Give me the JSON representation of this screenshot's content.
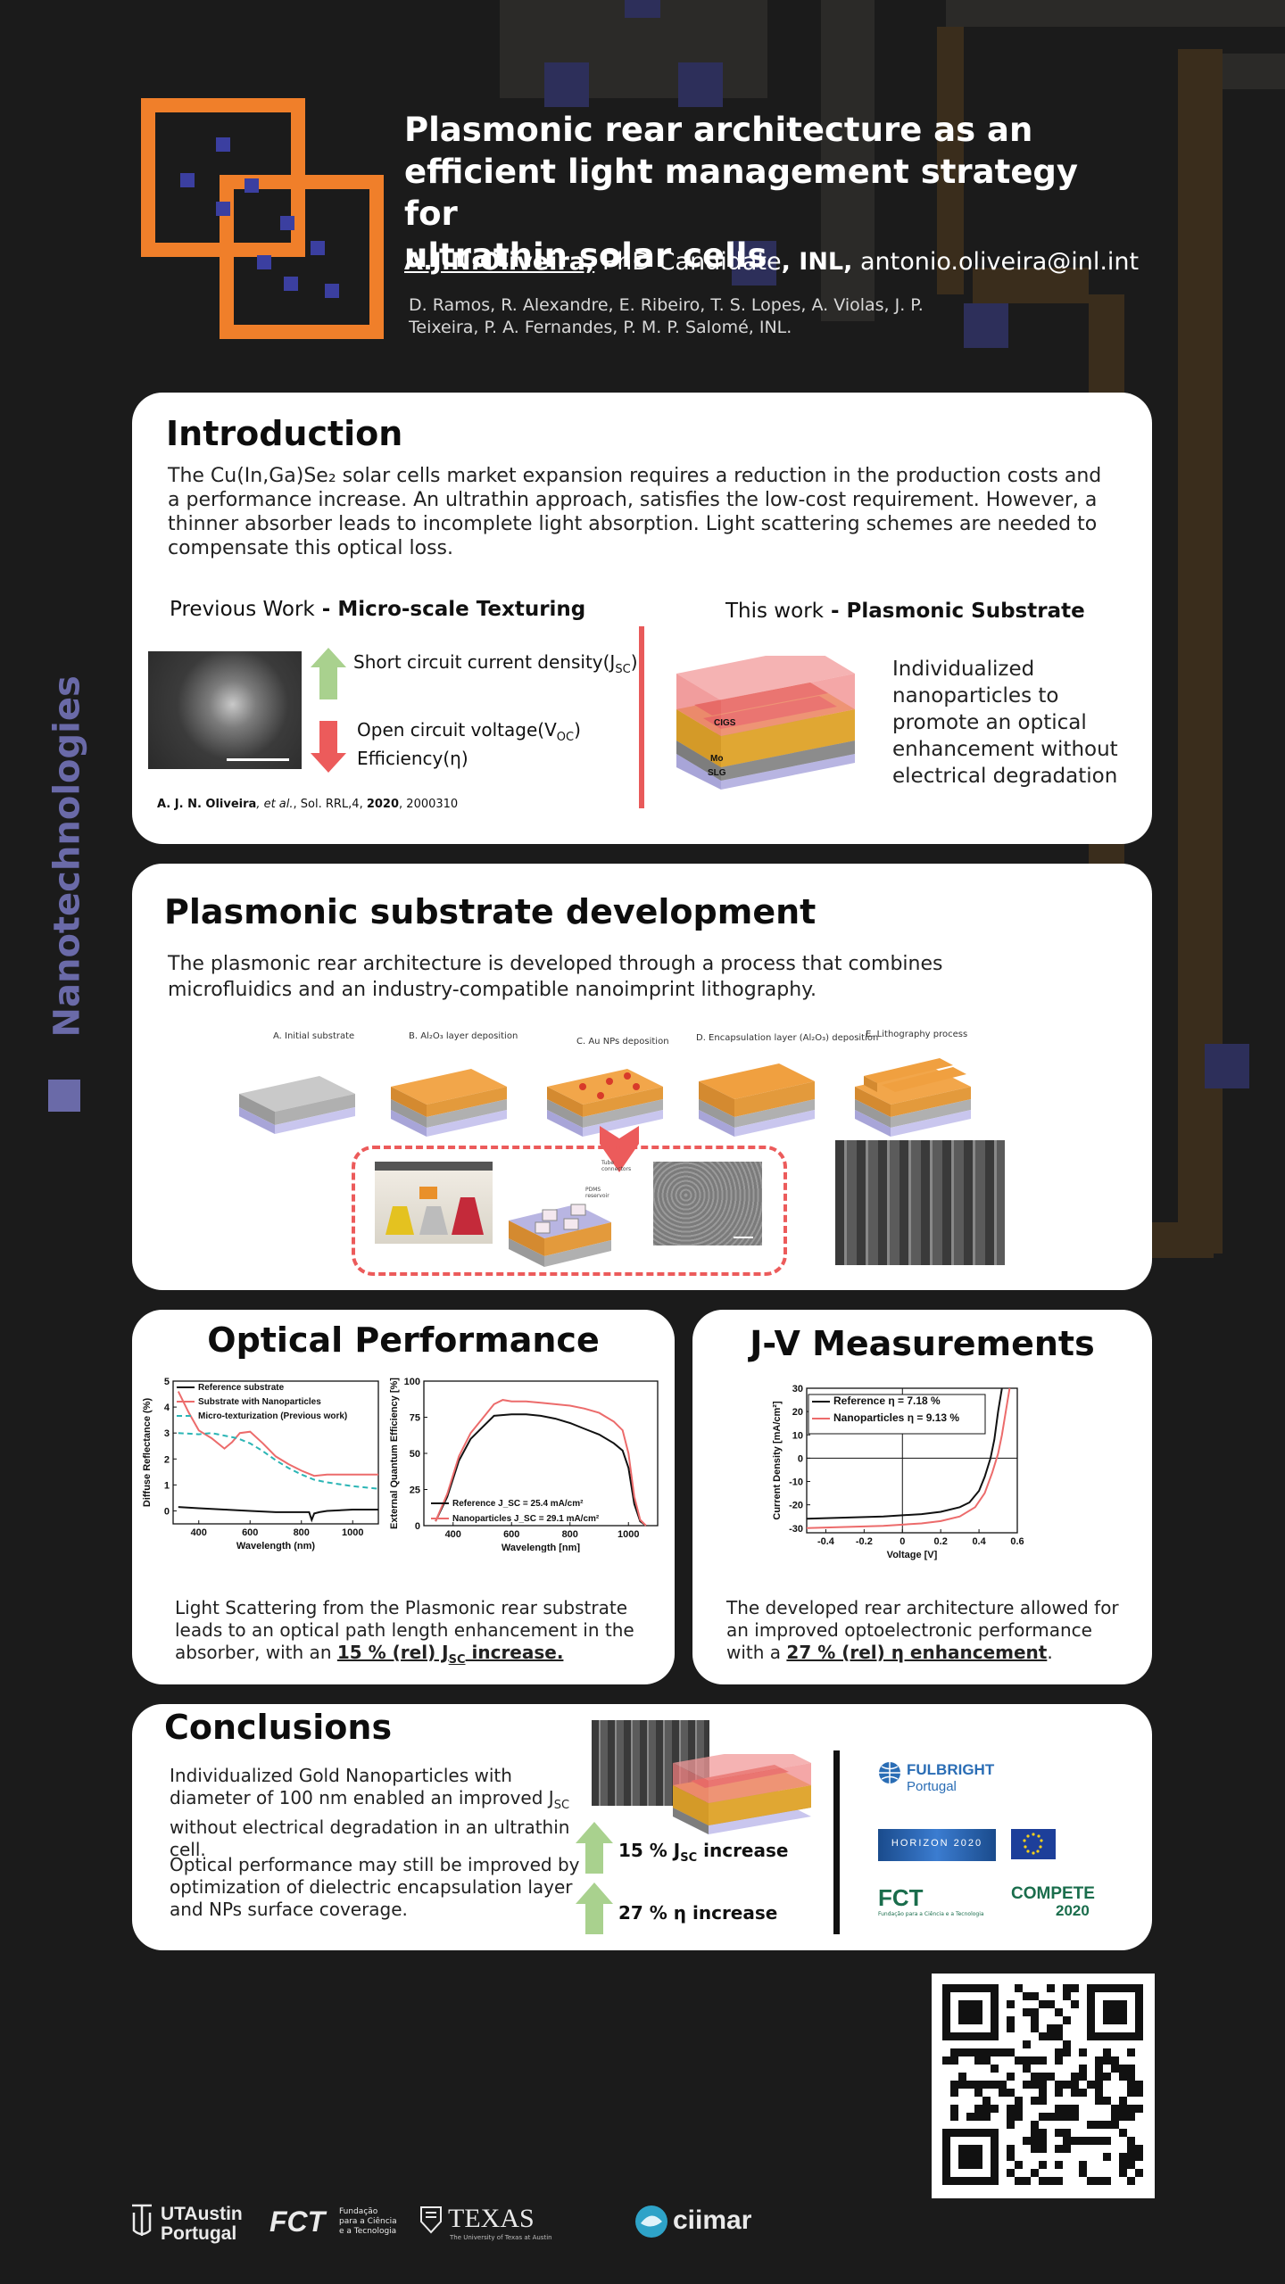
{
  "header": {
    "title_lines": [
      "Plasmonic rear architecture as an",
      "efficient light management strategy for",
      "ultrathin solar cells"
    ],
    "author_name": "A.J.N.Oliveira,",
    "author_role": " PhD Candidate",
    "author_inst": ", INL,",
    "author_email": " antonio.oliveira@inl.int",
    "coauthors_line1": "D. Ramos, R. Alexandre, E. Ribeiro, T. S. Lopes, A. Violas, J. P.",
    "coauthors_line2": "Teixeira, P. A. Fernandes, P. M. P. Salomé, INL."
  },
  "side_label": "Nanotechnologies",
  "introduction": {
    "heading": "Introduction",
    "paragraph": "The Cu(In,Ga)Se₂ solar cells market expansion requires a reduction in the production costs and a performance increase. An ultrathin approach, satisfies the low-cost requirement. However, a thinner absorber leads to incomplete light absorption. Light scattering schemes are needed to compensate this optical loss.",
    "prev_work_label": "Previous Work",
    "prev_work_bold": " - Micro-scale Texturing",
    "this_work_label": "This work",
    "this_work_bold": " - Plasmonic Substrate",
    "jsc_text": "Short circuit current density(J",
    "jsc_sub": "SC",
    "voc_text": "Open circuit voltage(V",
    "voc_sub": "OC",
    "eff_text": "Efficiency(η)",
    "citation_name": "A. J. N. Oliveira",
    "citation_etal": ", et al.",
    "citation_rest1": ", Sol. RRL,4, ",
    "citation_year": "2020",
    "citation_rest2": ", 2000310",
    "individualized_text": "Individualized nanoparticles to promote an optical enhancement without electrical degradation",
    "stack_labels": [
      "CIGS",
      "Mo",
      "SLG"
    ]
  },
  "development": {
    "heading": "Plasmonic substrate development",
    "paragraph": "The plasmonic rear architecture is developed through a process that combines microfluidics and an industry-compatible nanoimprint lithography.",
    "steps": [
      "A. Initial substrate",
      "B. Al₂O₃ layer deposition",
      "C. Au NPs deposition",
      "D. Encapsulation layer (Al₂O₃) deposition",
      "E. Lithography process"
    ],
    "inset_labels": [
      "Tube connectors",
      "PDMS reservoir"
    ]
  },
  "optical": {
    "heading": "Optical Performance",
    "caption_pre": "Light Scattering from the Plasmonic rear substrate leads to an optical path length enhancement in the absorber, with an ",
    "caption_bold": "15 % (rel) J",
    "caption_sub": "SC",
    "caption_bold2": " increase."
  },
  "jv": {
    "heading": "J-V Measurements",
    "caption_pre": "The developed rear architecture allowed for an improved optoelectronic performance with a ",
    "caption_bold": "27 % (rel) η enhancement",
    "caption_post": "."
  },
  "conclusions": {
    "heading": "Conclusions",
    "para1": "Individualized Gold Nanoparticles with diameter of 100 nm enabled an improved J",
    "para1_sub": "SC",
    "para1_end": " without electrical degradation in an ultrathin cell.",
    "para2": "Optical performance may still be improved by optimization of dielectric encapsulation layer and NPs surface coverage.",
    "inc1": "15 % J",
    "inc1_sub": "SC",
    "inc1_end": " increase",
    "inc2": "27 % η increase"
  },
  "sponsors": {
    "fulbright": "FULBRIGHT",
    "fulbright_sub": "Portugal",
    "horizon": "HORIZON 2020",
    "fct": "FCT",
    "fct_sub": "Fundação para a Ciência e a Tecnologia",
    "compete": "COMPETE",
    "compete_year": "2020"
  },
  "footer": {
    "utaustin": "UTAustin",
    "utaustin_sub": "Portugal",
    "fct": "FCT",
    "fct_sub1": "Fundação",
    "fct_sub2": "para a Ciência",
    "fct_sub3": "e a Tecnologia",
    "texas": "TEXAS",
    "texas_sub": "The University of Texas at Austin",
    "ciimar": "ciimar"
  },
  "colors": {
    "accent_orange": "#f07f2a",
    "accent_purple": "#6a6aa8",
    "red_line": "#e85a5a",
    "green_arrow": "#a9d18e",
    "red_arrow": "#ec5b5b"
  },
  "chart_data": [
    {
      "type": "line",
      "xlabel": "Wavelength (nm)",
      "ylabel": "Diffuse Reflectance (%)",
      "xlim": [
        300,
        1100
      ],
      "ylim": [
        -0.5,
        5
      ],
      "xticks": [
        400,
        600,
        800,
        1000
      ],
      "yticks": [
        0,
        1,
        2,
        3,
        4,
        5
      ],
      "legend_position": "top-right",
      "series": [
        {
          "name": "Reference substrate",
          "color": "#111111",
          "dash": "",
          "x": [
            320,
            400,
            500,
            600,
            700,
            800,
            830,
            840,
            850,
            870,
            900,
            1000,
            1100
          ],
          "y": [
            0.15,
            0.1,
            0.05,
            0.0,
            -0.05,
            -0.05,
            -0.05,
            -0.35,
            -0.1,
            -0.05,
            0.0,
            0.05,
            0.05
          ]
        },
        {
          "name": "Substrate with Nanoparticles",
          "color": "#ec6b6b",
          "dash": "",
          "x": [
            320,
            360,
            400,
            450,
            500,
            530,
            560,
            600,
            650,
            700,
            750,
            800,
            850,
            900,
            1000,
            1100
          ],
          "y": [
            4.6,
            3.8,
            3.1,
            2.8,
            2.4,
            2.65,
            3.0,
            3.05,
            2.6,
            2.1,
            1.8,
            1.55,
            1.35,
            1.4,
            1.4,
            1.4
          ]
        },
        {
          "name": "Micro-texturization (Previous work)",
          "color": "#2bb5b5",
          "dash": "6,4",
          "x": [
            320,
            400,
            450,
            500,
            550,
            600,
            650,
            700,
            750,
            800,
            850,
            900,
            1000,
            1100
          ],
          "y": [
            3.0,
            2.95,
            3.0,
            2.9,
            2.8,
            2.6,
            2.3,
            1.95,
            1.65,
            1.4,
            1.2,
            1.1,
            0.95,
            0.85
          ]
        }
      ]
    },
    {
      "type": "line",
      "xlabel": "Wavelength [nm]",
      "ylabel": "External Quantum Efficiency [%]",
      "xlim": [
        300,
        1100
      ],
      "ylim": [
        0,
        100
      ],
      "xticks": [
        400,
        600,
        800,
        1000
      ],
      "yticks": [
        0,
        25,
        50,
        75,
        100
      ],
      "legend_position": "bottom-right",
      "series": [
        {
          "name": "Reference J_SC = 25.4 mA/cm²",
          "color": "#111111",
          "x": [
            340,
            380,
            420,
            460,
            500,
            540,
            600,
            650,
            700,
            750,
            800,
            850,
            900,
            950,
            980,
            1000,
            1020,
            1040,
            1060
          ],
          "y": [
            3,
            20,
            45,
            60,
            68,
            76,
            77,
            77,
            76,
            74,
            71,
            67,
            63,
            57,
            52,
            40,
            15,
            3,
            0
          ]
        },
        {
          "name": "Nanoparticles J_SC = 29.1 mA/cm²",
          "color": "#ec6b6b",
          "x": [
            340,
            380,
            420,
            460,
            500,
            540,
            570,
            600,
            650,
            700,
            750,
            800,
            850,
            900,
            950,
            980,
            1000,
            1020,
            1040,
            1060
          ],
          "y": [
            3,
            22,
            48,
            64,
            74,
            84,
            87,
            86,
            86,
            85,
            84,
            83,
            81,
            78,
            72,
            66,
            50,
            20,
            4,
            0
          ]
        }
      ]
    },
    {
      "type": "line",
      "xlabel": "Voltage [V]",
      "ylabel": "Current Density [mA/cm²]",
      "xlim": [
        -0.5,
        0.6
      ],
      "ylim": [
        -32,
        30
      ],
      "xticks": [
        -0.4,
        -0.2,
        0.0,
        0.2,
        0.4,
        0.6
      ],
      "yticks": [
        -30,
        -20,
        -10,
        0,
        10,
        20,
        30
      ],
      "legend_position": "top-left",
      "series": [
        {
          "name": "Reference η = 7.18 %",
          "color": "#111111",
          "x": [
            -0.5,
            -0.3,
            -0.1,
            0.1,
            0.2,
            0.3,
            0.35,
            0.4,
            0.43,
            0.46,
            0.48,
            0.5,
            0.52
          ],
          "y": [
            -26,
            -25.5,
            -25,
            -24,
            -23,
            -21,
            -19,
            -14,
            -8,
            0,
            8,
            20,
            30
          ]
        },
        {
          "name": "Nanoparticles η = 9.13 %",
          "color": "#ec6b6b",
          "x": [
            -0.5,
            -0.3,
            -0.1,
            0.1,
            0.2,
            0.3,
            0.38,
            0.43,
            0.47,
            0.5,
            0.52,
            0.54,
            0.56
          ],
          "y": [
            -30,
            -29.5,
            -29,
            -28,
            -27,
            -25,
            -21,
            -15,
            -6,
            2,
            10,
            20,
            30
          ]
        }
      ]
    }
  ]
}
